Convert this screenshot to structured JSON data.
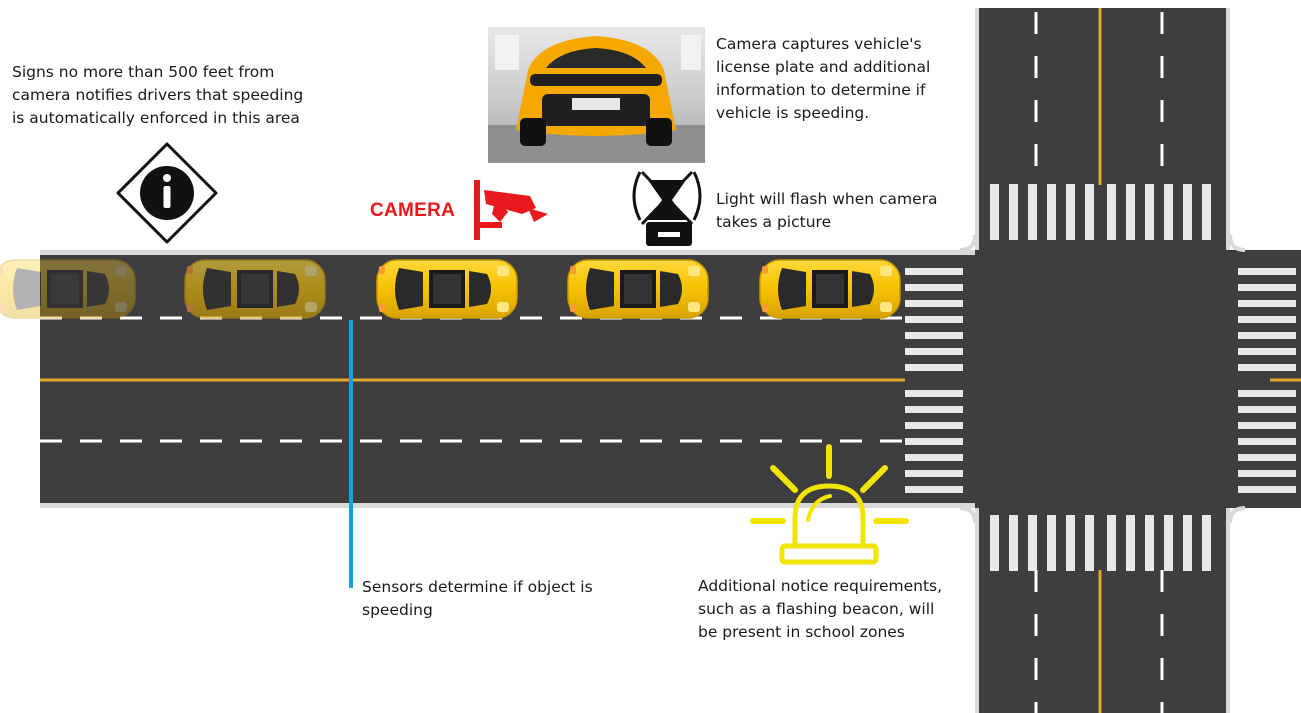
{
  "notes": {
    "signs": "Signs no more than 500 feet from\ncamera notifies drivers that speeding\nis automatically enforced in this area",
    "camera_capture": "Camera captures vehicle's\nlicense plate and additional\ninformation to determine if\nvehicle is speeding.",
    "flash": "Light will flash when camera\ntakes a picture",
    "sensors": "Sensors determine if object is\nspeeding",
    "beacon": "Additional notice requirements,\nsuch as a flashing beacon, will\nbe present in school zones"
  },
  "camera_label": "CAMERA",
  "icons": {
    "sign": "info-sign-icon",
    "camera": "speed-camera-icon",
    "flash": "camera-flash-icon",
    "beacon": "flashing-beacon-icon",
    "photo": "car-rear-photo"
  },
  "colors": {
    "road": "#3e3e40",
    "road_edge": "#d9d9d9",
    "center_line": "#e5a823",
    "lane_dash": "#ffffff",
    "car_yellow": "#f5c100",
    "camera_red": "#e8191d",
    "sensor_line": "#1ba1e2",
    "beacon_yellow": "#f2e600"
  }
}
